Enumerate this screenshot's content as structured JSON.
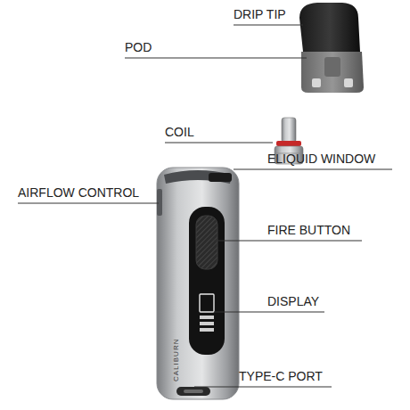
{
  "diagram": {
    "labels": [
      "DRIP TIP",
      "POD",
      "COIL",
      "ELIQUID WINDOW",
      "AIRFLOW CONTROL",
      "FIRE BUTTON",
      "DISPLAY",
      "TYPE-C PORT",
      "CALIBURN"
    ]
  }
}
